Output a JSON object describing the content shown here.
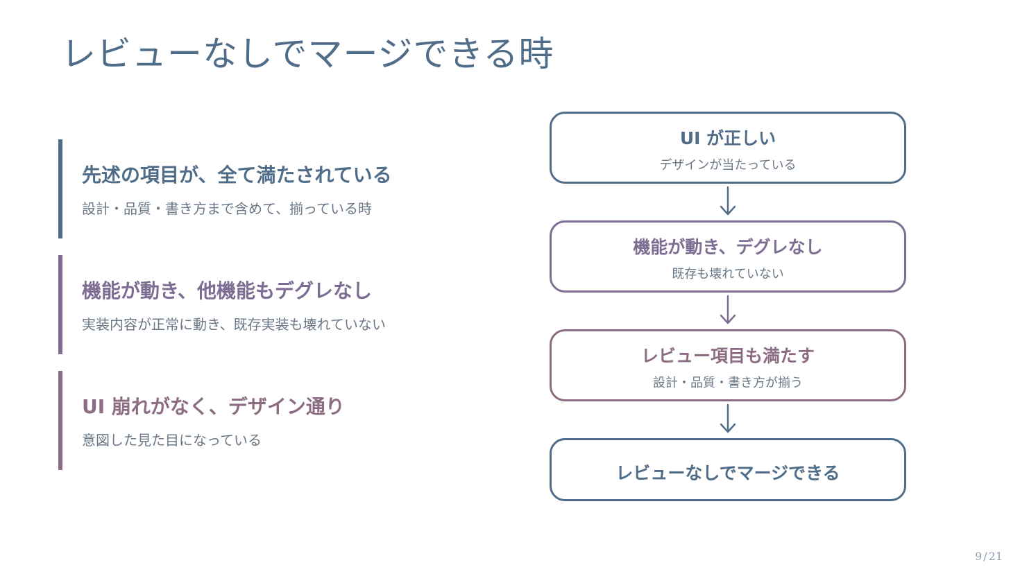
{
  "slide": {
    "title": "レビューなしでマージできる時",
    "page": {
      "current": "9",
      "separator": "/",
      "total": "21"
    }
  },
  "points": [
    {
      "heading": "先述の項目が、全て満たされている",
      "description": "設計・品質・書き方まで含めて、揃っている時",
      "color": "#4f6d88"
    },
    {
      "heading": "機能が動き、他機能もデグレなし",
      "description": "実装内容が正常に動き、既存実装も壊れていない",
      "color": "#7d6d92"
    },
    {
      "heading": "UI 崩れがなく、デザイン通り",
      "description": "意図した見た目になっている",
      "color": "#8c6c82"
    }
  ],
  "flow": [
    {
      "title": "UI が正しい",
      "subtitle": "デザインが当たっている"
    },
    {
      "title": "機能が動き、デグレなし",
      "subtitle": "既存も壊れていない"
    },
    {
      "title": "レビュー項目も満たす",
      "subtitle": "設計・品質・書き方が揃う"
    },
    {
      "title": "レビューなしでマージできる"
    }
  ],
  "icons": {
    "flow_arrow": "arrow-down-icon"
  }
}
